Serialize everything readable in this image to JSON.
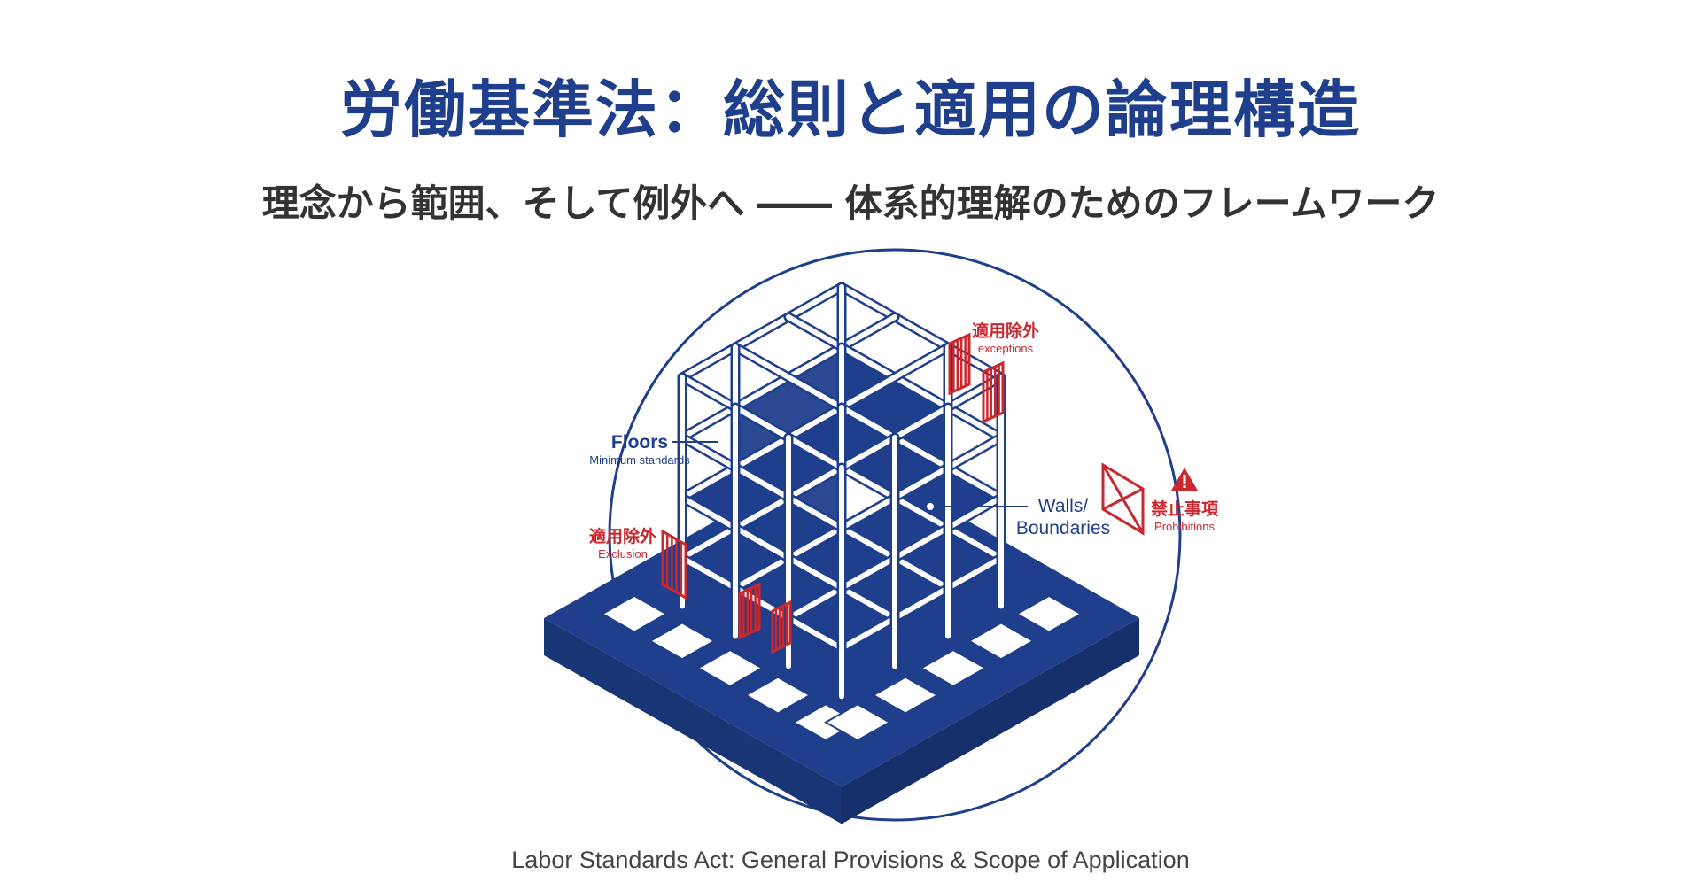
{
  "title": "労働基準法：総則と適用の論理構造",
  "subtitle": "理念から範囲、そして例外へ ―― 体系的理解のためのフレームワーク",
  "caption": "Labor Standards Act: General Provisions & Scope of Application",
  "labels": {
    "floors": "Floors",
    "floors_sub": "Minimum standards",
    "walls": "Walls/",
    "walls2": "Boundaries",
    "exceptions_jp": "適用除外",
    "exceptions_en": "exceptions",
    "exclusion_jp": "適用除外",
    "exclusion_en": "Exclusion",
    "prohibitions_jp": "禁止事項",
    "prohibitions_en": "Prohibitions"
  },
  "colors": {
    "primary": "#1f3f8c",
    "accent": "#c8282e",
    "text": "#333333"
  }
}
